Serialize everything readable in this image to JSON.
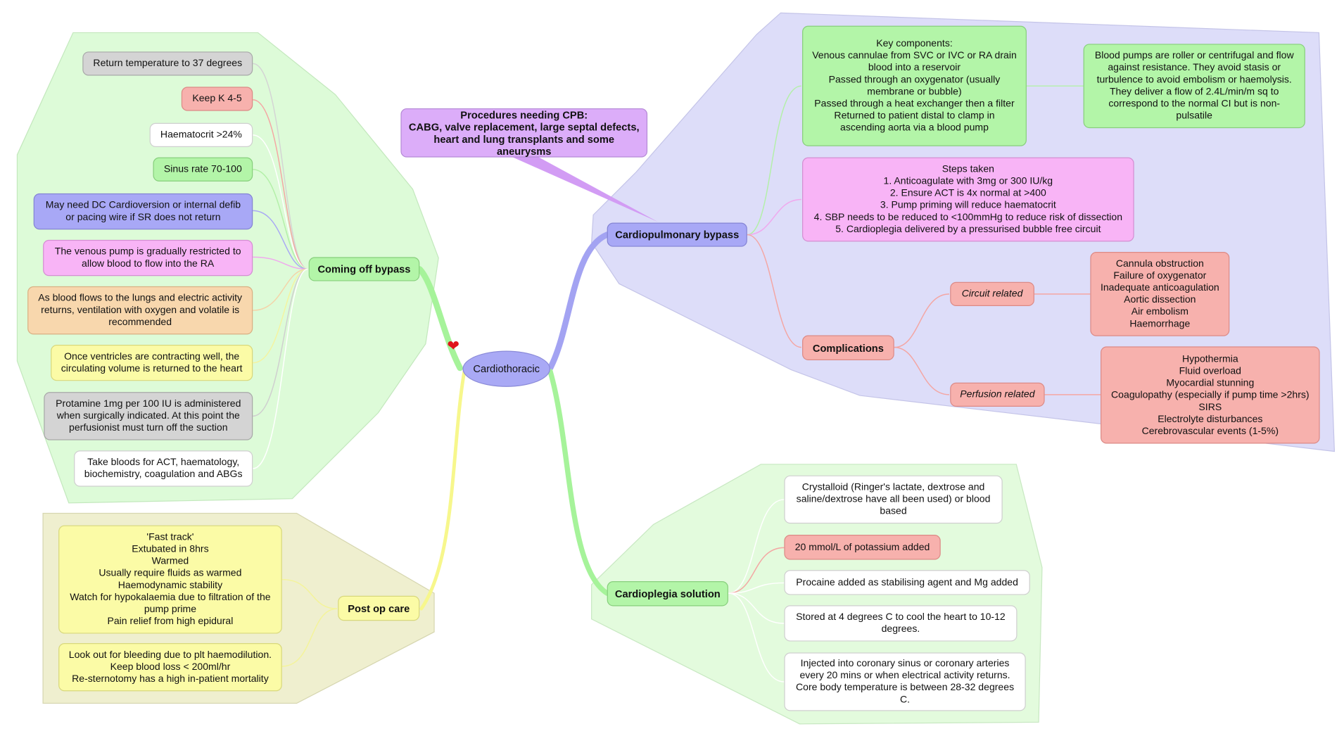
{
  "central": "Cardiothoracic",
  "procedures_callout": "Procedures needing CPB:\nCABG, valve replacement, large septal defects,\nheart and lung transplants and some aneurysms",
  "coming_off_bypass": {
    "label": "Coming off bypass",
    "items": [
      "Return temperature to 37 degrees",
      "Keep K 4-5",
      "Haematocrit >24%",
      "Sinus rate 70-100",
      "May need DC Cardioversion or internal defib\nor pacing wire if SR does not return",
      "The venous pump is gradually restricted to\nallow blood to flow into the RA",
      "As blood flows to the lungs and electric activity\nreturns, ventilation with oxygen and volatile is\nrecommended",
      "Once ventricles are contracting well, the\ncirculating volume is returned to the heart",
      "Protamine 1mg per 100 IU is administered\nwhen surgically indicated. At this point the\nperfusionist must turn off the suction",
      "Take bloods for ACT, haematology,\nbiochemistry, coagulation and ABGs"
    ]
  },
  "post_op_care": {
    "label": "Post op care",
    "items": [
      "'Fast track'\nExtubated in 8hrs\nWarmed\nUsually require fluids as warmed\nHaemodynamic stability\nWatch for hypokalaemia due to filtration of the\npump prime\nPain relief from high epidural",
      "Look out for bleeding due to plt haemodilution.\nKeep blood loss < 200ml/hr\nRe-sternotomy has a high in-patient mortality"
    ]
  },
  "cardiopulmonary_bypass": {
    "label": "Cardiopulmonary bypass",
    "key_components": "Key components:\nVenous cannulae from SVC or IVC or RA drain\nblood into a reservoir\nPassed through an oxygenator (usually\nmembrane or bubble)\nPassed through a heat exchanger then a filter\nReturned to patient distal to clamp in\nascending aorta via a blood pump",
    "blood_pumps": "Blood pumps are roller or centrifugal and flow\nagainst resistance. They avoid stasis or\nturbulence to avoid embolism or haemolysis.\nThey deliver a flow of 2.4L/min/m sq to\ncorrespond to the normal CI but is non-\npulsatile",
    "steps": "Steps taken\n1. Anticoagulate with 3mg or 300 IU/kg\n2. Ensure ACT is 4x normal at >400\n3. Pump priming will reduce haematocrit\n4. SBP needs to be reduced to <100mmHg to reduce risk of dissection\n5. Cardioplegia delivered by a pressurised bubble free circuit",
    "complications": {
      "label": "Complications",
      "circuit_label": "Circuit related",
      "circuit_items": "Cannula obstruction\nFailure of oxygenator\nInadequate anticoagulation\nAortic dissection\nAir embolism\nHaemorrhage",
      "perfusion_label": "Perfusion related",
      "perfusion_items": "Hypothermia\nFluid overload\nMyocardial stunning\nCoagulopathy (especially if pump time >2hrs)\nSIRS\nElectrolyte disturbances\nCerebrovascular events (1-5%)"
    }
  },
  "cardioplegia": {
    "label": "Cardioplegia solution",
    "items": [
      "Crystalloid (Ringer's lactate, dextrose and\nsaline/dextrose have all been used) or blood\nbased",
      "20 mmol/L of potassium added",
      "Procaine added as stabilising agent and Mg added",
      "Stored at 4 degrees C to cool the heart to 10-12\ndegrees.",
      "Injected into coronary sinus or coronary arteries\nevery 20 mins or when electrical activity returns.\nCore body temperature is between 28-32 degrees\nC."
    ]
  },
  "colors": {
    "region_coming_off": "#ddfbd8",
    "region_bypass": "#ddddf9",
    "region_cardioplegia": "#e3fbdd",
    "region_postop": "#efefcf",
    "branch_green": "#a6f39a",
    "branch_blue": "#a3a3f2",
    "branch_yellow": "#f7f78c",
    "branch_purple": "#d29cf4",
    "heart": "#e0141b"
  },
  "icons": {
    "heart": "heart-icon"
  }
}
